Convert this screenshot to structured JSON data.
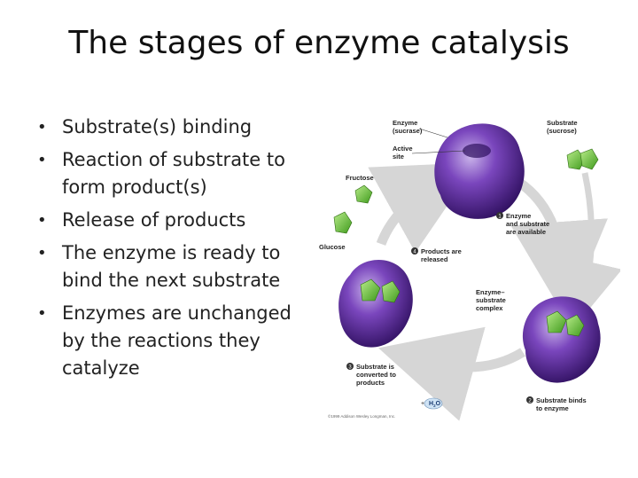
{
  "slide": {
    "title": "The stages of enzyme catalysis",
    "bullets": [
      {
        "lines": [
          "Substrate(s) binding"
        ]
      },
      {
        "lines": [
          "Reaction of substrate to",
          "form product(s)"
        ]
      },
      {
        "lines": [
          "Release of products"
        ]
      },
      {
        "lines": [
          "The enzyme is ready to",
          "bind the next substrate"
        ]
      },
      {
        "lines": [
          "Enzymes are unchanged",
          "by the reactions they",
          "catalyze"
        ]
      }
    ]
  },
  "diagram": {
    "enzyme_label": [
      "Enzyme",
      "(sucrase)"
    ],
    "active_site_label": [
      "Active",
      "site"
    ],
    "substrate_label": [
      "Substrate",
      "(sucrose)"
    ],
    "fructose_label": "Fructose",
    "glucose_label": "Glucose",
    "step1": {
      "number": "1",
      "text": [
        "Enzyme",
        "and substrate",
        "are available"
      ]
    },
    "step2": {
      "number": "2",
      "text": [
        "Substrate binds",
        "to enzyme"
      ]
    },
    "step3": {
      "number": "3",
      "text": [
        "Substrate is",
        "converted to",
        "products"
      ]
    },
    "step4": {
      "number": "4",
      "text": [
        "Products are",
        "released"
      ]
    },
    "complex_label": [
      "Enzyme–",
      "substrate",
      "complex"
    ],
    "water_label": {
      "prefix": "+",
      "main": "H",
      "sub": "2",
      "tail": "O"
    },
    "copyright": "©1999 Addison Wesley Longman, Inc.",
    "colors": {
      "enzyme_dark": "#3a1470",
      "enzyme_mid": "#6a3aa8",
      "enzyme_light": "#b79ee0",
      "substrate_green": "#6ec23a",
      "arrow_gray": "#d6d6d6"
    }
  }
}
